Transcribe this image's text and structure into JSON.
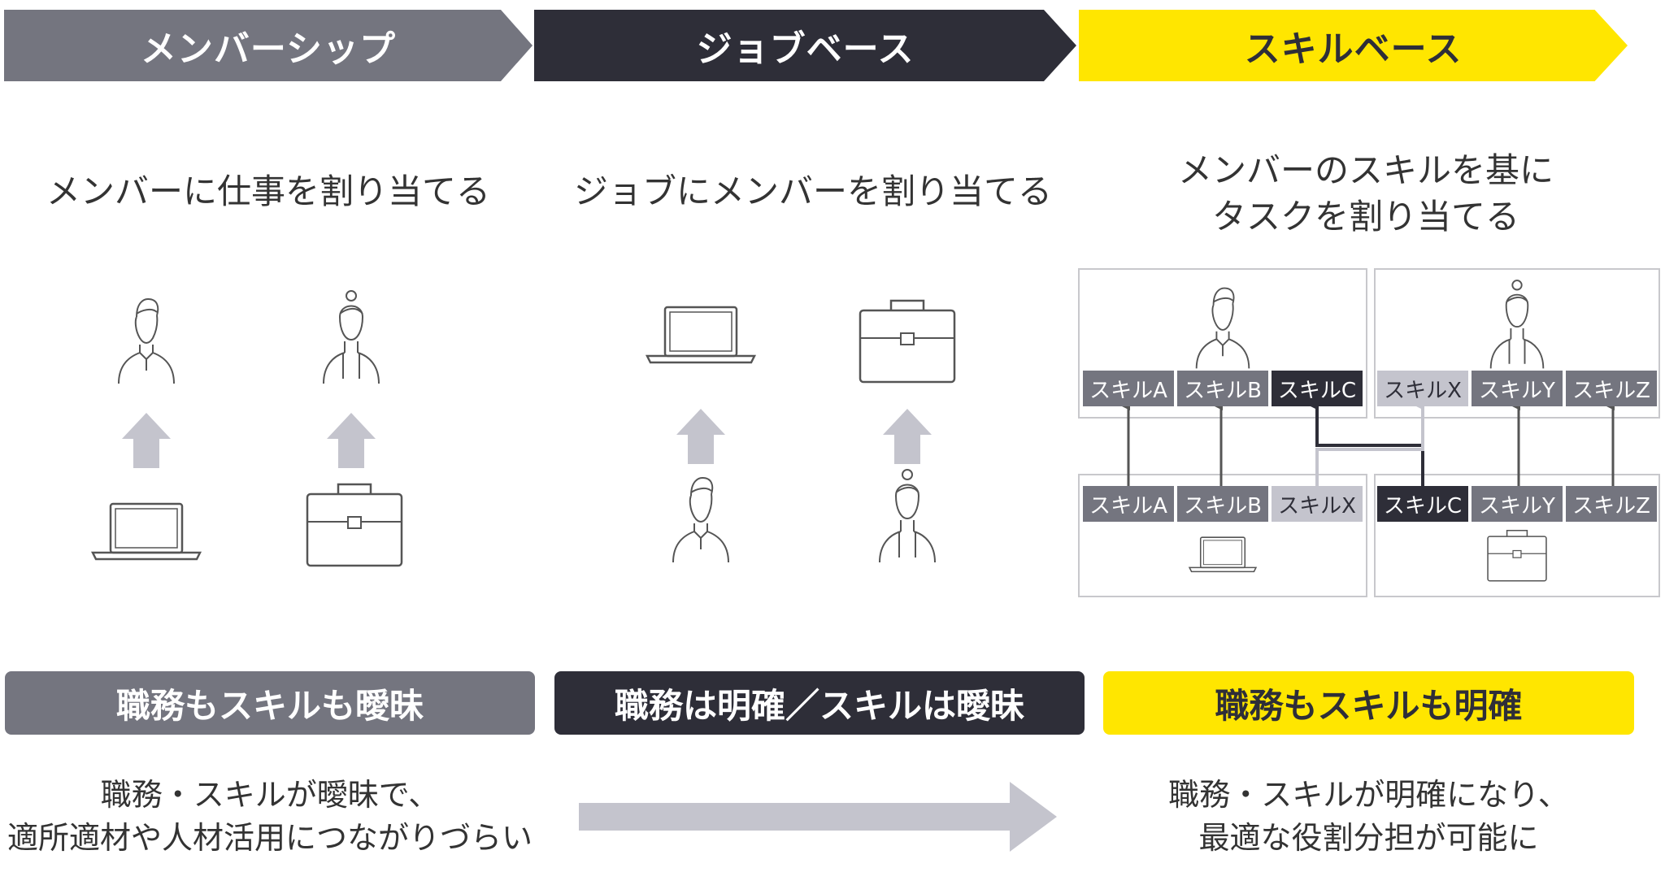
{
  "stages": [
    {
      "label": "メンバーシップ"
    },
    {
      "label": "ジョブベース"
    },
    {
      "label": "スキルベース"
    }
  ],
  "headings": {
    "membership": "メンバーに仕事を割り当てる",
    "job": "ジョブにメンバーを割り当てる",
    "skill_line1": "メンバーのスキルを基に",
    "skill_line2": "タスクを割り当てる"
  },
  "skill_boxes": {
    "top_left_chips": [
      "スキルA",
      "スキルB",
      "スキルC"
    ],
    "top_right_chips": [
      "スキルX",
      "スキルY",
      "スキルZ"
    ],
    "bottom_left_chips": [
      "スキルA",
      "スキルB",
      "スキルX"
    ],
    "bottom_right_chips": [
      "スキルC",
      "スキルY",
      "スキルZ"
    ]
  },
  "bands": [
    {
      "label": "職務もスキルも曖昧"
    },
    {
      "label": "職務は明確／スキルは曖昧"
    },
    {
      "label": "職務もスキルも明確"
    }
  ],
  "descriptions": {
    "left_line1": "職務・スキルが曖昧で、",
    "left_line2": "適所適材や人材活用につながりづらい",
    "right_line1": "職務・スキルが明確になり、",
    "right_line2": "最適な役割分担が可能に"
  },
  "colors": {
    "gray": "#74757f",
    "dark": "#2e2e38",
    "yellow": "#ffe600",
    "light_gray": "#c4c4cd"
  },
  "icons": [
    "person-male-icon",
    "person-female-icon",
    "laptop-icon",
    "briefcase-icon",
    "up-arrow-icon",
    "right-arrow-icon"
  ]
}
